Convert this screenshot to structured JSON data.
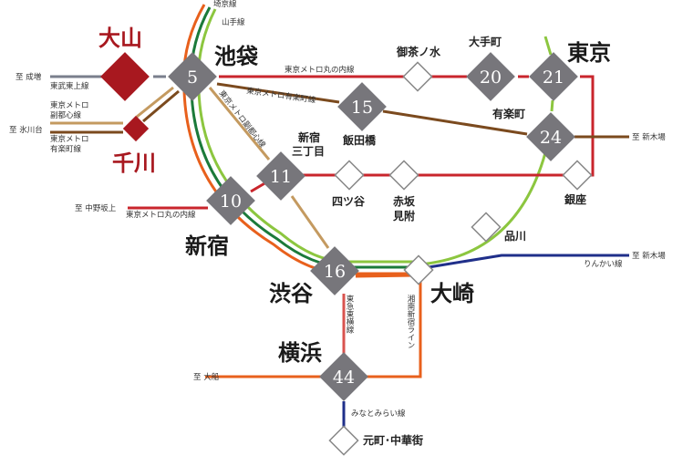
{
  "colors": {
    "marunouchi": "#c9252c",
    "yurakucho": "#7b4a1e",
    "fukutoshin": "#c49a60",
    "tobu": "#7a7f8c",
    "yamanote": "#8cc63f",
    "saikyo": "#e8601c",
    "shonan": "#1b7a3a",
    "rinkai": "#1f2f8a",
    "toyoko": "#d9534f",
    "highlight": "#a8181f",
    "station": "#77767b"
  },
  "stations": {
    "oyama": "大山",
    "senkawa": "千川",
    "ikebukuro": {
      "name": "池袋",
      "num": "5"
    },
    "shinjuku_sanchome": {
      "name1": "新宿",
      "name2": "三丁目",
      "num": "11"
    },
    "shinjuku": {
      "name": "新宿",
      "num": "10"
    },
    "iidabashi": {
      "name": "飯田橋",
      "num": "15"
    },
    "ochanomizu": "御茶ノ水",
    "otemachi": {
      "name": "大手町",
      "num": "20"
    },
    "tokyo": {
      "name": "東京",
      "num": "21"
    },
    "yurakucho": {
      "name": "有楽町",
      "num": "24"
    },
    "yotsuya": "四ツ谷",
    "akasaka": {
      "name1": "赤坂",
      "name2": "見附"
    },
    "ginza": "銀座",
    "shinagawa": "品川",
    "shibuya": {
      "name": "渋谷",
      "num": "16"
    },
    "osaki": "大崎",
    "yokohama": {
      "name": "横浜",
      "num": "44"
    },
    "motomachi": "元町･中華街"
  },
  "lines": {
    "saikyo": "埼京線",
    "yamanote": "山手線",
    "tobu": "東武東上線",
    "fukutoshin1": "東京メトロ",
    "fukutoshin2": "副都心線",
    "yurakucho1": "東京メトロ",
    "yurakucho2": "有楽町線",
    "marunouchi_top": "東京メトロ丸の内線",
    "yurakucho_diag": "東京メトロ有楽町線",
    "fukutoshin_diag": "東京メトロ副都心線",
    "marunouchi_left": "東京メトロ丸の内線",
    "toyoko": "東急東横線",
    "shonan": "湘南新宿ライン",
    "rinkai": "りんかい線",
    "minatomirai": "みなとみらい線"
  },
  "destinations": {
    "narimasu": "至 成増",
    "hikawadai": "至 氷川台",
    "nakanosakaue": "至 中野坂上",
    "shinkiba1": "至 新木場",
    "shinkiba2": "至 新木場",
    "ofuna": "至 大船"
  }
}
